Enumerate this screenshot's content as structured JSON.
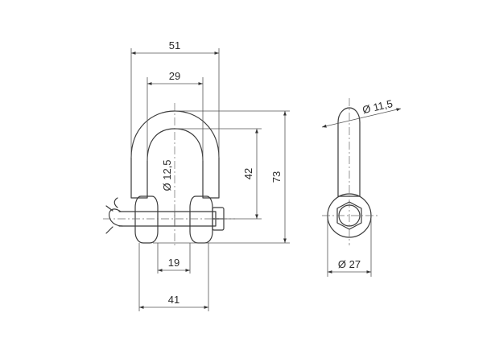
{
  "figure": {
    "views": [
      "front-view",
      "side-view"
    ]
  },
  "dimensions": {
    "outer_width": "51",
    "inner_width": "29",
    "inner_height": "42",
    "overall_height": "73",
    "pin_diameter": "Ø 12,5",
    "jaw_opening": "19",
    "eye_spacing": "41",
    "bow_diameter": "Ø 11,5",
    "eye_diameter": "Ø 27"
  },
  "colors": {
    "line": "#3a3a3a",
    "background": "#ffffff"
  }
}
